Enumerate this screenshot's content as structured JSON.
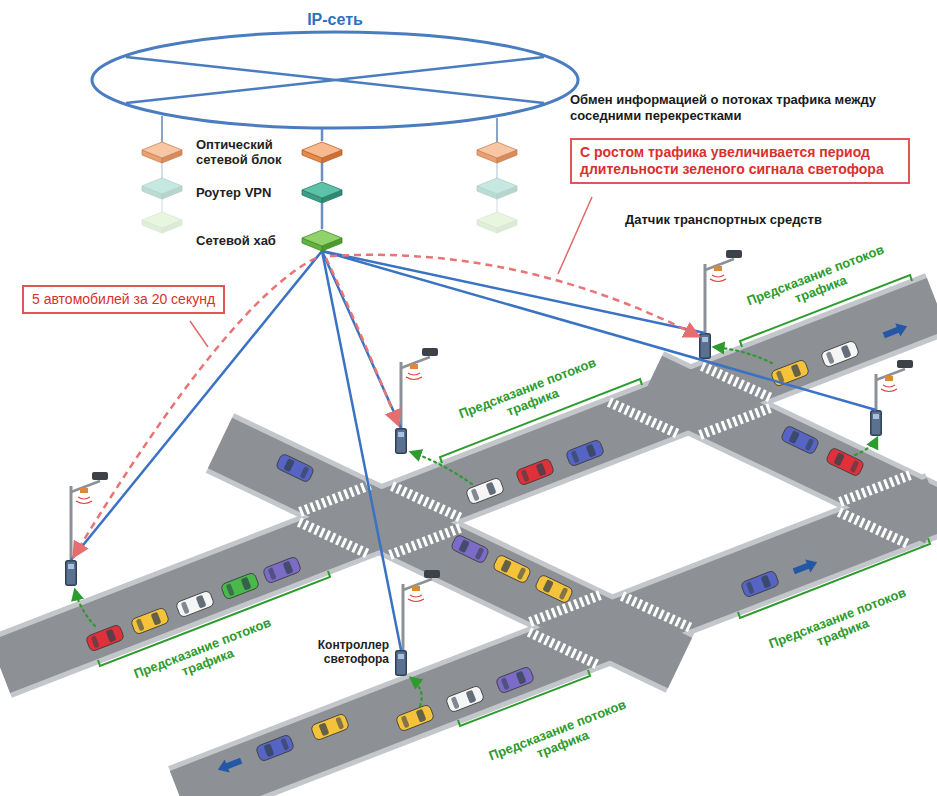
{
  "diagram": {
    "nodes": [
      {
        "text": [
          "IP-сеть"
        ]
      },
      {
        "text": [
          "Оптический сетевой блок"
        ]
      },
      {
        "text": [
          "Роутер VPN"
        ]
      },
      {
        "text": [
          "Сетевой хаб"
        ]
      },
      {
        "text": [
          "С ростом трафика увеличивается период длительности зеленого сигнала светофора"
        ]
      },
      {
        "text": [
          "5 автомобилей за 20 секунд"
        ]
      },
      {
        "text": [
          "Контроллер светофора"
        ]
      }
    ],
    "edges": [
      {
        "from": 0,
        "to": 1,
        "arrow": "none"
      },
      {
        "from": 1,
        "to": 2,
        "arrow": "none"
      },
      {
        "from": 2,
        "to": 3,
        "arrow": "none"
      },
      {
        "from": 3,
        "to": 6,
        "arrow": "none"
      }
    ],
    "labels": [
      "Обмен информацией о потоках трафика между соседними перекрестками",
      "Датчик транспортных средств",
      "Предсказание потоков трафика",
      "Предсказание потоков трафика",
      "Предсказание потоков трафика",
      "Предсказание потоков трафика",
      "Предсказание потоков трафика"
    ]
  }
}
